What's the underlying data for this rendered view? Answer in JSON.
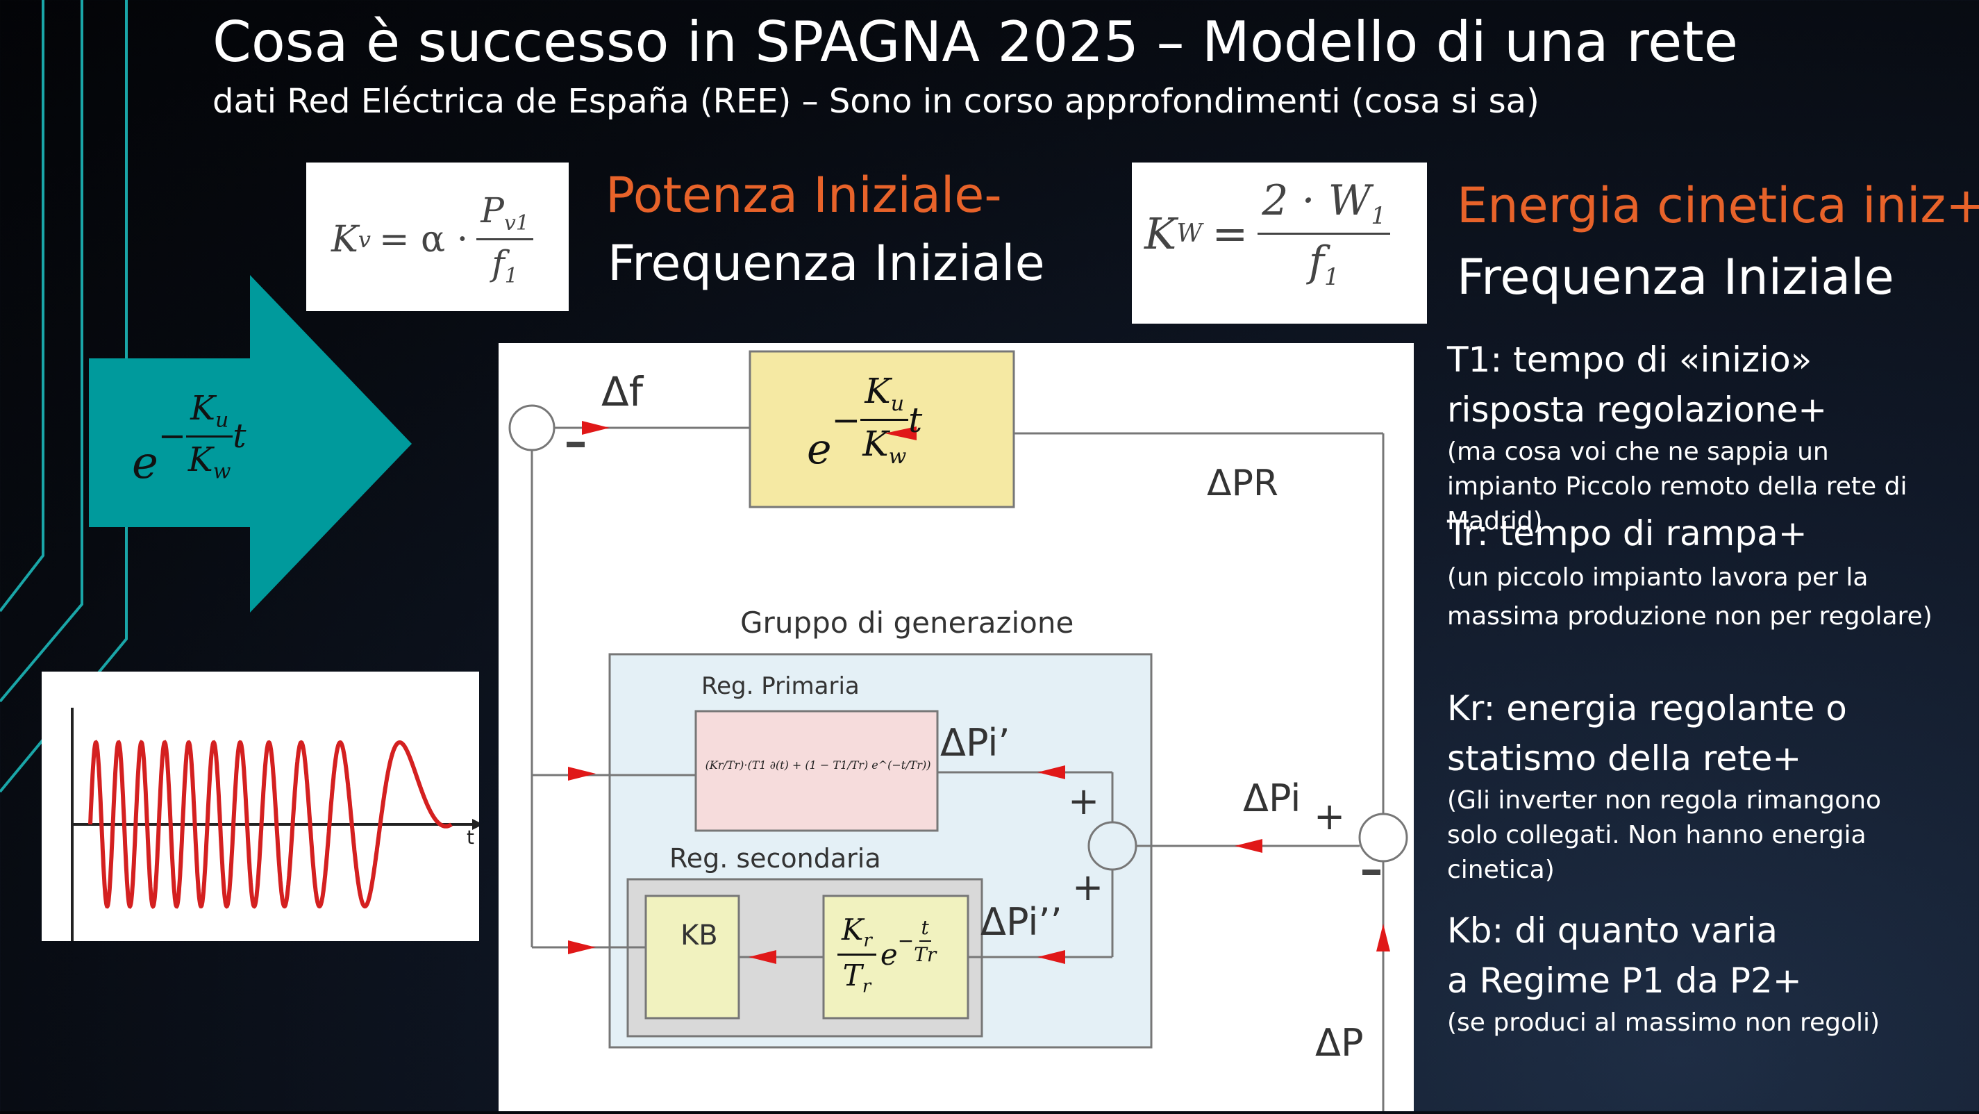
{
  "header": {
    "title": "Cosa è successo in  SPAGNA 2025 – Modello di una rete",
    "subtitle": "dati  Red Eléctrica de España (REE) – Sono in corso approfondimenti (cosa si sa)"
  },
  "formula_kv": {
    "lhs": "K",
    "lhs_sub": "v",
    "eq": "= α ·",
    "num": "P",
    "num_sub": "v1",
    "den": "f",
    "den_sub": "1"
  },
  "formula_kw": {
    "lhs": "K",
    "lhs_sub": "W",
    "eq": "=",
    "num": "2 · W",
    "num_sub": "1",
    "den": "f",
    "den_sub": "1"
  },
  "labels": {
    "potenza_title": "Potenza Iniziale-",
    "potenza_sub": "Frequenza Iniziale",
    "energia_title": "Energia cinetica iniz+.",
    "energia_sub": "Frequenza Iniziale"
  },
  "arrow_formula": {
    "base": "e",
    "minus": "−",
    "num": "K",
    "num_sub": "u",
    "den": "K",
    "den_sub": "w",
    "var": "t"
  },
  "chirp_plot": {
    "axis_label": "t",
    "colors": {
      "wave": "#d42020",
      "axis": "#222222"
    }
  },
  "diagram": {
    "delta_f": "Δf",
    "delta_pr": "ΔPR",
    "delta_pi_prime": "ΔPi’",
    "delta_pi": "ΔPi",
    "delta_pi_second": "ΔPi’’",
    "delta_p": "ΔP",
    "minus": "−",
    "plus": "+",
    "gruppo_label": "Gruppo di generazione",
    "reg_primaria": "Reg. Primaria",
    "reg_secondaria": "Reg. secondaria",
    "kb_label": "KB",
    "yellow_block": {
      "base": "e",
      "num": "K",
      "num_sub": "u",
      "den": "K",
      "den_sub": "w",
      "var": "t"
    },
    "primary_formula": "(Kr/Tr)·(T1 ∂(t) + (1 − T1/Tr) e^(−t/Tr))",
    "secondary_formula": {
      "num": "K",
      "num_sub": "r",
      "den": "T",
      "den_sub": "r",
      "exp_num": "t",
      "exp_den": "Tr",
      "base": "e"
    },
    "colors": {
      "arrow": "#e01818",
      "yellow": "#f5e9a3",
      "pink": "#f6dcdc",
      "green": "#f1f2bf",
      "blue_bg": "#e4f0f6",
      "grey_bg": "#d9d9d9"
    }
  },
  "notes": [
    {
      "title": "T1: tempo di «inizio» risposta regolazione+",
      "detail": "(ma cosa voi che ne sappia un impianto Piccolo remoto della rete di Madrid)"
    },
    {
      "title": "Tr: tempo di rampa+",
      "detail": "(un piccolo impianto lavora per la massima produzione non per regolare)"
    },
    {
      "title": "Kr: energia regolante o statismo della rete+",
      "detail": "(Gli inverter non regola rimangono solo collegati. Non hanno energia cinetica)"
    },
    {
      "title": "Kb: di quanto varia a Regime P1 da P2+",
      "detail": "(se produci al massimo non regoli)"
    }
  ],
  "colors": {
    "teal_arrow": "#009a9c",
    "teal_lines": "#1aa6a8",
    "orange": "#e8632a"
  }
}
